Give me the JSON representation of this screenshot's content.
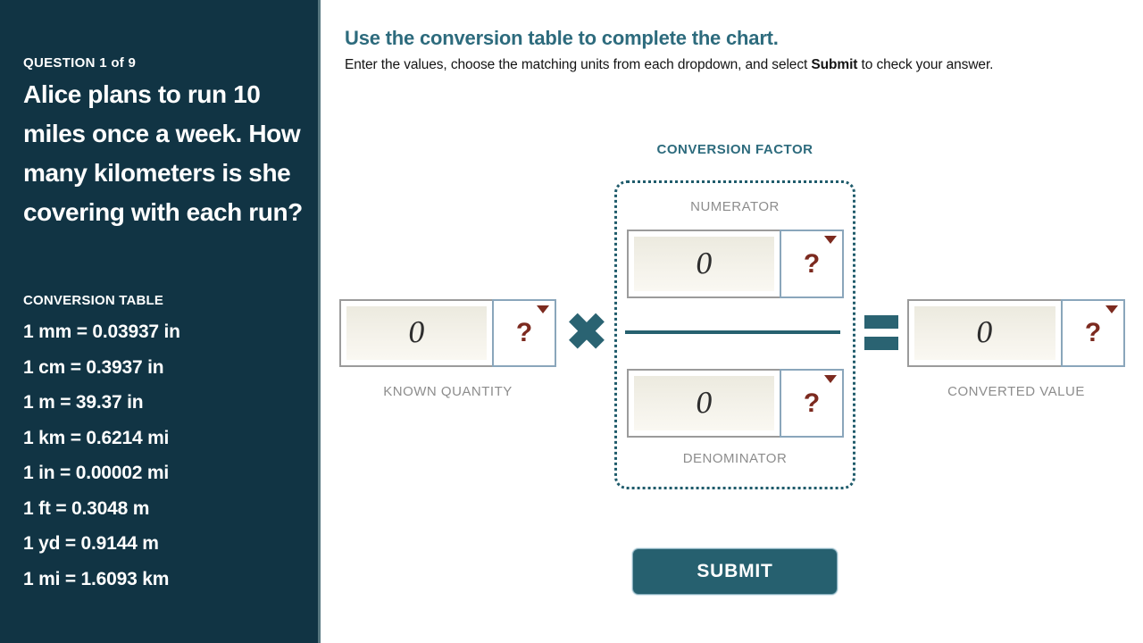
{
  "sidebar": {
    "question_label": "QUESTION 1 of 9",
    "question_text": "Alice plans to run 10 miles once a week. How many kilometers is she covering with each run?",
    "conversion_table_label": "CONVERSION TABLE",
    "conversion_table": [
      "1 mm = 0.03937 in",
      "1 cm = 0.3937 in",
      "1 m = 39.37 in",
      "1 km = 0.6214 mi",
      "1 in = 0.00002 mi",
      "1 ft = 0.3048 m",
      "1 yd = 0.9144 m",
      "1 mi = 1.6093 km"
    ]
  },
  "main": {
    "title": "Use the conversion table to complete the chart.",
    "instructions_prefix": "Enter the values, choose the matching units from each dropdown, and select ",
    "instructions_bold": "Submit",
    "instructions_suffix": " to check your answer.",
    "conversion_factor_label": "CONVERSION FACTOR",
    "numerator_label": "NUMERATOR",
    "denominator_label": "DENOMINATOR",
    "known_quantity_label": "KNOWN QUANTITY",
    "converted_value_label": "CONVERTED VALUE",
    "multiply_symbol": "✖",
    "equals_symbol": "=",
    "submit_label": "SUBMIT"
  },
  "equation": {
    "known_quantity": {
      "value": "0",
      "unit_placeholder": "?"
    },
    "numerator": {
      "value": "0",
      "unit_placeholder": "?"
    },
    "denominator": {
      "value": "0",
      "unit_placeholder": "?"
    },
    "converted_value": {
      "value": "0",
      "unit_placeholder": "?"
    }
  },
  "colors": {
    "sidebar_bg": "#113444",
    "accent_teal": "#2a6372",
    "title_teal": "#2d6b7d",
    "dotted_border": "#1f5b6b",
    "question_mark_red": "#7c2a1f",
    "label_gray": "#8d8d8d",
    "submit_bg": "#26606f"
  }
}
